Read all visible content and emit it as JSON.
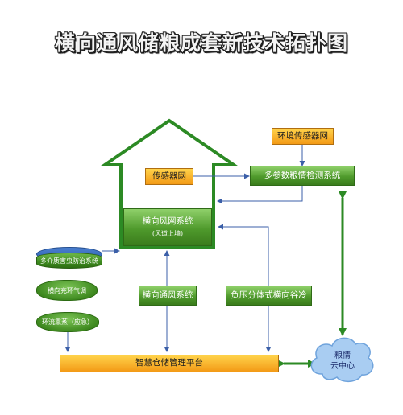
{
  "title": "横向通风储粮成套新技术拓扑图",
  "nodes": {
    "env_sensor": "环境传感器网",
    "sensor_net": "传感器网",
    "multi_param": "多参数粮情检测系统",
    "wind_net": "横向风网系统",
    "wind_net_sub": "(风道上墙)",
    "pest_control": "多介质害虫防治系统",
    "circulation": "横向充环气调",
    "fumigation": "环流熏蒸（应急）",
    "ventilation": "横向通风系统",
    "neg_pressure": "负压分体式横向谷冷",
    "platform": "智慧仓储管理平台",
    "cloud_line1": "粮情",
    "cloud_line2": "云中心"
  },
  "colors": {
    "green": "#3d8a1f",
    "orange": "#f39a16",
    "arrow_blue": "#3b5fa8",
    "arrow_green": "#2c8a24",
    "cloud": "#a9cdf2"
  }
}
